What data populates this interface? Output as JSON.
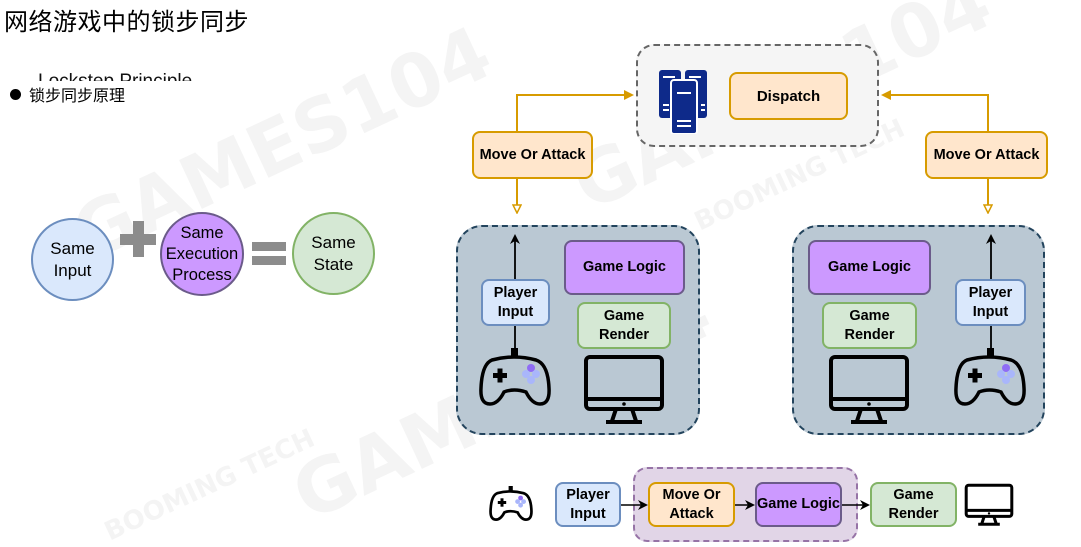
{
  "slide": {
    "title": "网络游戏中的锁步同步",
    "hidden_overlapped_text": "Lockstep Principle",
    "bullet": "锁步同步原理",
    "watermarks": [
      "GAMES104",
      "BOOMING TECH"
    ]
  },
  "equation": {
    "input": "Same Input",
    "input_lines": [
      "Same",
      "Input"
    ],
    "plus": "+",
    "process_lines": [
      "Same",
      "Execution",
      "Process"
    ],
    "equals": "=",
    "state_lines": [
      "Same",
      "State"
    ],
    "colors": {
      "input": "#dae8fc",
      "process": "#cc99ff",
      "state": "#d5e8d4",
      "operator": "#8c8c8c"
    }
  },
  "server": {
    "icon": "server-icon",
    "dispatch": "Dispatch"
  },
  "left_client": {
    "upload": "Move Or Attack",
    "player_input_lines": [
      "Player",
      "Input"
    ],
    "game_logic": "Game Logic",
    "game_render_lines": [
      "Game",
      "Render"
    ]
  },
  "right_client": {
    "upload": "Move Or Attack",
    "player_input_lines": [
      "Player",
      "Input"
    ],
    "game_logic": "Game Logic",
    "game_render_lines": [
      "Game",
      "Render"
    ]
  },
  "pipeline": {
    "player_input_lines": [
      "Player",
      "Input"
    ],
    "move_lines": [
      "Move Or",
      "Attack"
    ],
    "game_logic": "Game Logic",
    "game_render_lines": [
      "Game",
      "Render"
    ]
  },
  "colors": {
    "arrow_orange": "#d79b00",
    "client_fill": "#bac8d3",
    "client_border": "#23445d",
    "server_icon": "#0e2a8a",
    "gamepad_accent": "#8f6cf5",
    "gamepad_light": "#a9b6fb"
  }
}
